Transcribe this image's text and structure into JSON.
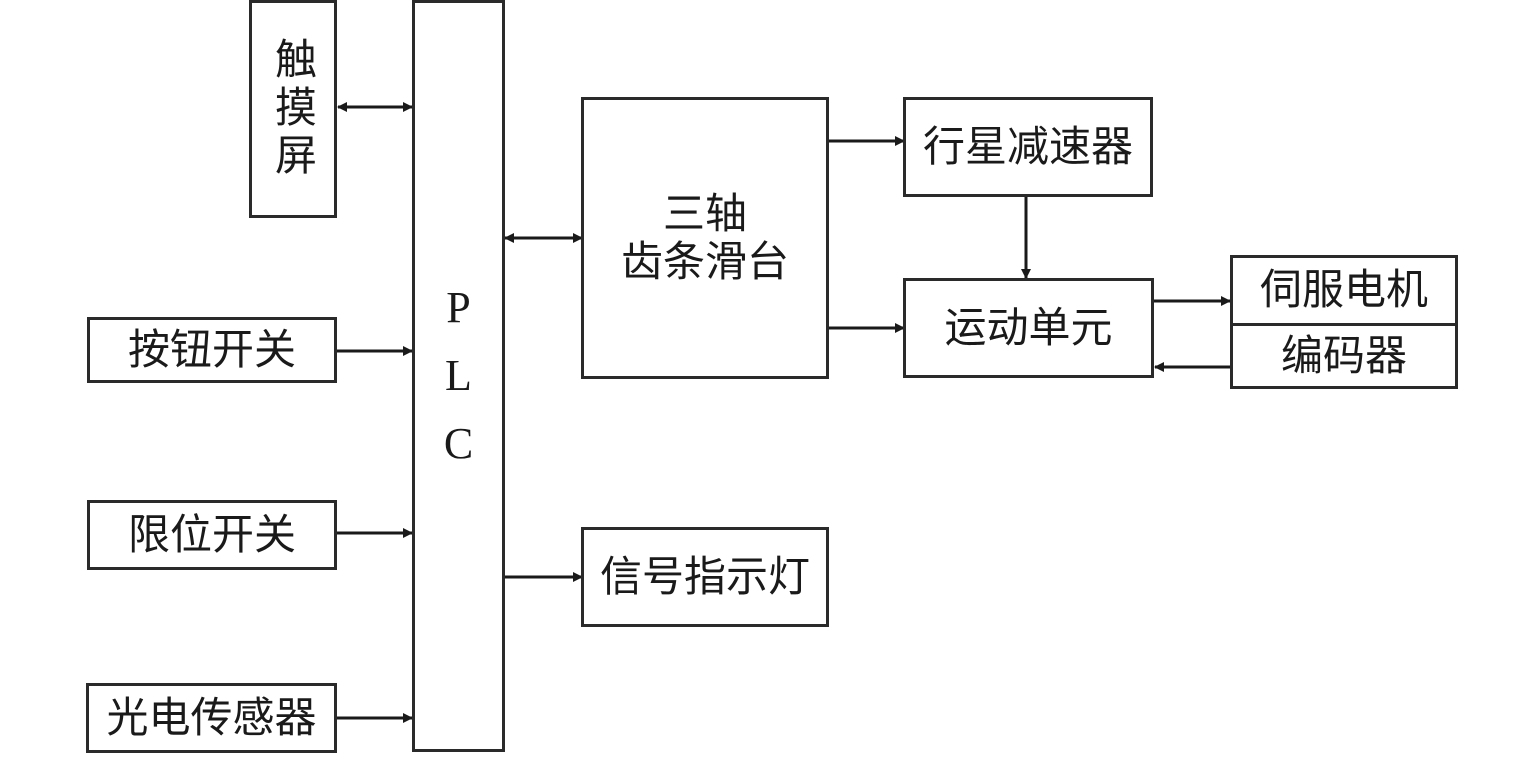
{
  "diagram": {
    "nodes": {
      "touchscreen": "触摸屏",
      "plc": [
        "P",
        "L",
        "C"
      ],
      "button_switch": "按钮开关",
      "limit_switch": "限位开关",
      "photo_sensor": "光电传感器",
      "slide": "三轴\n齿条滑台",
      "signal_light": "信号指示灯",
      "reducer": "行星减速器",
      "motion_unit": "运动单元",
      "servo_motor": "伺服电机",
      "encoder": "编码器"
    },
    "edges": [
      {
        "from": "touchscreen",
        "to": "plc",
        "type": "bidirectional"
      },
      {
        "from": "button_switch",
        "to": "plc",
        "type": "directed"
      },
      {
        "from": "limit_switch",
        "to": "plc",
        "type": "directed"
      },
      {
        "from": "photo_sensor",
        "to": "plc",
        "type": "directed"
      },
      {
        "from": "plc",
        "to": "slide",
        "type": "bidirectional"
      },
      {
        "from": "plc",
        "to": "signal_light",
        "type": "directed"
      },
      {
        "from": "slide",
        "to": "reducer",
        "type": "directed"
      },
      {
        "from": "slide",
        "to": "motion_unit",
        "type": "directed"
      },
      {
        "from": "reducer",
        "to": "motion_unit",
        "type": "directed"
      },
      {
        "from": "motion_unit",
        "to": "servo_motor",
        "type": "directed"
      },
      {
        "from": "encoder",
        "to": "motion_unit",
        "type": "directed"
      }
    ]
  }
}
